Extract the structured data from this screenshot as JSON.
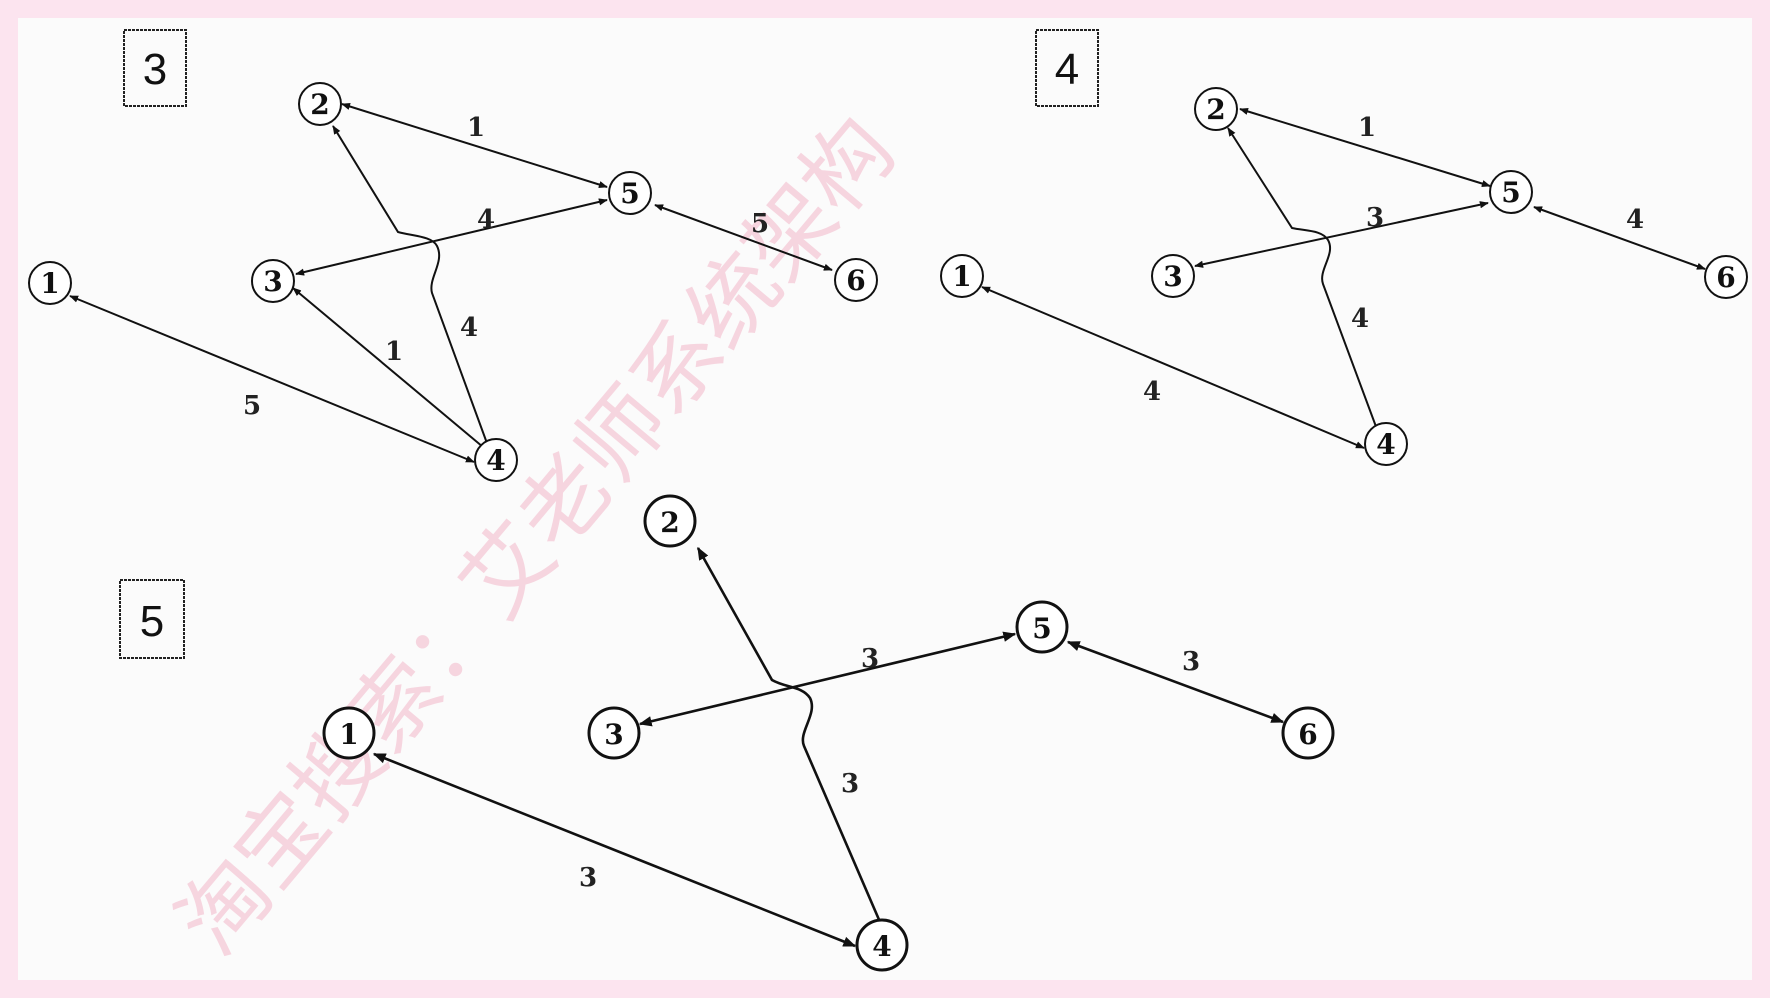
{
  "watermark": "淘宝搜索：艾老师系统架构",
  "colors": {
    "background": "#fbfbfb",
    "border": "#fce4ef",
    "ink": "#111111",
    "watermark": "#f3b6c8"
  },
  "panels": [
    {
      "label": "3",
      "nodes": [
        "1",
        "2",
        "3",
        "4",
        "5",
        "6"
      ],
      "edges": [
        {
          "from": "2",
          "to": "5",
          "label": "1"
        },
        {
          "from": "3",
          "to": "5",
          "label": "4"
        },
        {
          "from": "5",
          "to": "6",
          "label": "5"
        },
        {
          "from": "1",
          "to": "4",
          "label": "5"
        },
        {
          "from": "4",
          "to": "3",
          "label": "1"
        },
        {
          "from": "4",
          "to": "2",
          "label": "4"
        }
      ]
    },
    {
      "label": "4",
      "nodes": [
        "1",
        "2",
        "3",
        "4",
        "5",
        "6"
      ],
      "edges": [
        {
          "from": "2",
          "to": "5",
          "label": "1"
        },
        {
          "from": "3",
          "to": "5",
          "label": "3"
        },
        {
          "from": "5",
          "to": "6",
          "label": "4"
        },
        {
          "from": "1",
          "to": "4",
          "label": "4"
        },
        {
          "from": "4",
          "to": "2",
          "label": "4"
        }
      ]
    },
    {
      "label": "5",
      "nodes": [
        "1",
        "2",
        "3",
        "4",
        "5",
        "6"
      ],
      "edges": [
        {
          "from": "3",
          "to": "5",
          "label": "3"
        },
        {
          "from": "5",
          "to": "6",
          "label": "3"
        },
        {
          "from": "1",
          "to": "4",
          "label": "3"
        },
        {
          "from": "4",
          "to": "2",
          "label": "3"
        }
      ]
    }
  ]
}
